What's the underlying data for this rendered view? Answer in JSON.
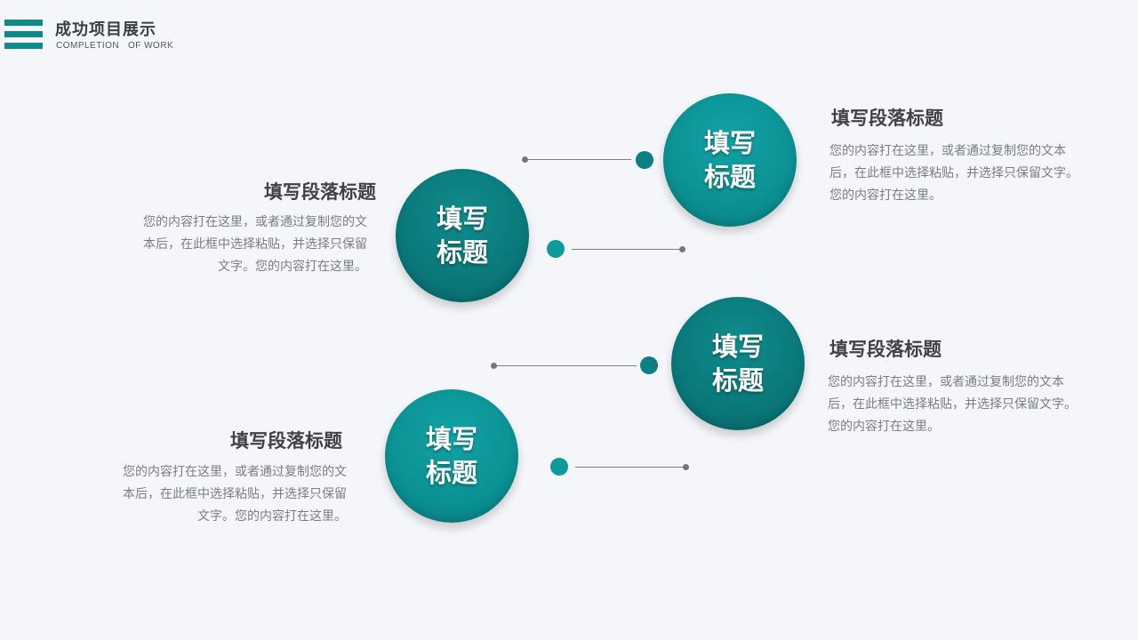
{
  "header": {
    "title": "成功项目展示",
    "subtitle": "COMPLETION   OF WORK"
  },
  "colors": {
    "accent": "#0d8a8a",
    "circle_light": "#0b9193",
    "circle_dark": "#0a787a"
  },
  "items": [
    {
      "circle_text_line1": "填写",
      "circle_text_line2": "标题",
      "heading": "填写段落标题",
      "body_line1": "您的内容打在这里，或者通过复制您的文本",
      "body_line2": "后，在此框中选择粘贴，并选择只保留文字。",
      "body_line3": "您的内容打在这里。"
    },
    {
      "circle_text_line1": "填写",
      "circle_text_line2": "标题",
      "heading": "填写段落标题",
      "body_line1": "您的内容打在这里，或者通过复制您的文",
      "body_line2": "本后，在此框中选择粘贴，并选择只保留",
      "body_line3": "文字。您的内容打在这里。"
    },
    {
      "circle_text_line1": "填写",
      "circle_text_line2": "标题",
      "heading": "填写段落标题",
      "body_line1": "您的内容打在这里，或者通过复制您的文本",
      "body_line2": "后，在此框中选择粘贴，并选择只保留文字。",
      "body_line3": "您的内容打在这里。"
    },
    {
      "circle_text_line1": "填写",
      "circle_text_line2": "标题",
      "heading": "填写段落标题",
      "body_line1": "您的内容打在这里，或者通过复制您的文",
      "body_line2": "本后，在此框中选择粘贴，并选择只保留",
      "body_line3": "文字。您的内容打在这里。"
    }
  ]
}
